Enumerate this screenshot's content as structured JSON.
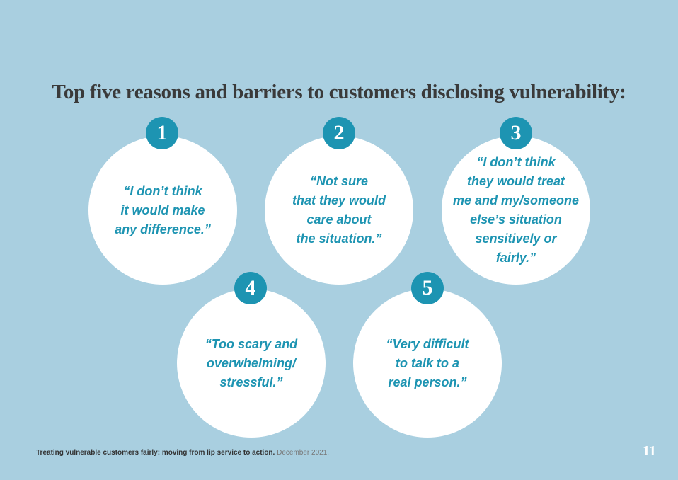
{
  "title": "Top five reasons and barriers to customers disclosing vulnerability:",
  "items": [
    {
      "number": "1",
      "quote": "“I don’t think\nit would make\nany difference.”"
    },
    {
      "number": "2",
      "quote": "“Not sure\nthat they would\ncare about\nthe situation.”"
    },
    {
      "number": "3",
      "quote": "“I don’t think\nthey would treat\nme and my/someone\nelse’s situation\nsensitively or\nfairly.”"
    },
    {
      "number": "4",
      "quote": "“Too scary and\noverwhelming/\nstressful.”"
    },
    {
      "number": "5",
      "quote": "“Very difficult\nto talk to a\nreal person.”"
    }
  ],
  "footer": {
    "source": "Treating vulnerable customers fairly: moving from lip service to action.",
    "date": "December 2021."
  },
  "page_number": "11",
  "colors": {
    "background": "#a9cfe0",
    "accent": "#1d94b2",
    "title": "#3a3a3a"
  }
}
